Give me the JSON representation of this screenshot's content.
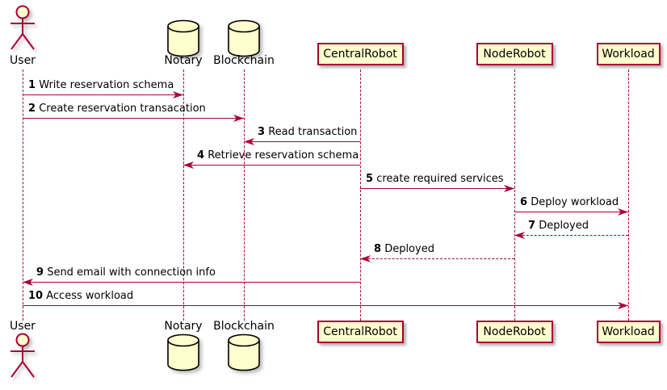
{
  "diagram": {
    "type": "sequence-diagram",
    "colors": {
      "participant_fill": "#FEFECE",
      "accent_line": "#A80036",
      "shape_outline": "#000000",
      "text": "#000000",
      "background": "#FFFFFF"
    }
  },
  "participants": [
    {
      "name": "User",
      "kind": "actor"
    },
    {
      "name": "Notary",
      "kind": "database"
    },
    {
      "name": "Blockchain",
      "kind": "database"
    },
    {
      "name": "CentralRobot",
      "kind": "participant"
    },
    {
      "name": "NodeRobot",
      "kind": "participant"
    },
    {
      "name": "Workload",
      "kind": "participant"
    }
  ],
  "messages": [
    {
      "num": "1",
      "text": "Write reservation schema",
      "from": "User",
      "to": "Notary",
      "line": "solid"
    },
    {
      "num": "2",
      "text": "Create reservation transacation",
      "from": "User",
      "to": "Blockchain",
      "line": "solid"
    },
    {
      "num": "3",
      "text": "Read transaction",
      "from": "CentralRobot",
      "to": "Blockchain",
      "line": "solid"
    },
    {
      "num": "4",
      "text": "Retrieve reservation schema",
      "from": "CentralRobot",
      "to": "Notary",
      "line": "solid"
    },
    {
      "num": "5",
      "text": "create required services",
      "from": "CentralRobot",
      "to": "NodeRobot",
      "line": "solid"
    },
    {
      "num": "6",
      "text": "Deploy workload",
      "from": "NodeRobot",
      "to": "Workload",
      "line": "solid"
    },
    {
      "num": "7",
      "text": "Deployed",
      "from": "Workload",
      "to": "NodeRobot",
      "line": "dashed"
    },
    {
      "num": "8",
      "text": "Deployed",
      "from": "NodeRobot",
      "to": "CentralRobot",
      "line": "dashed"
    },
    {
      "num": "9",
      "text": "Send email with connection info",
      "from": "CentralRobot",
      "to": "User",
      "line": "solid"
    },
    {
      "num": "10",
      "text": "Access workload",
      "from": "User",
      "to": "Workload",
      "line": "solid"
    }
  ]
}
